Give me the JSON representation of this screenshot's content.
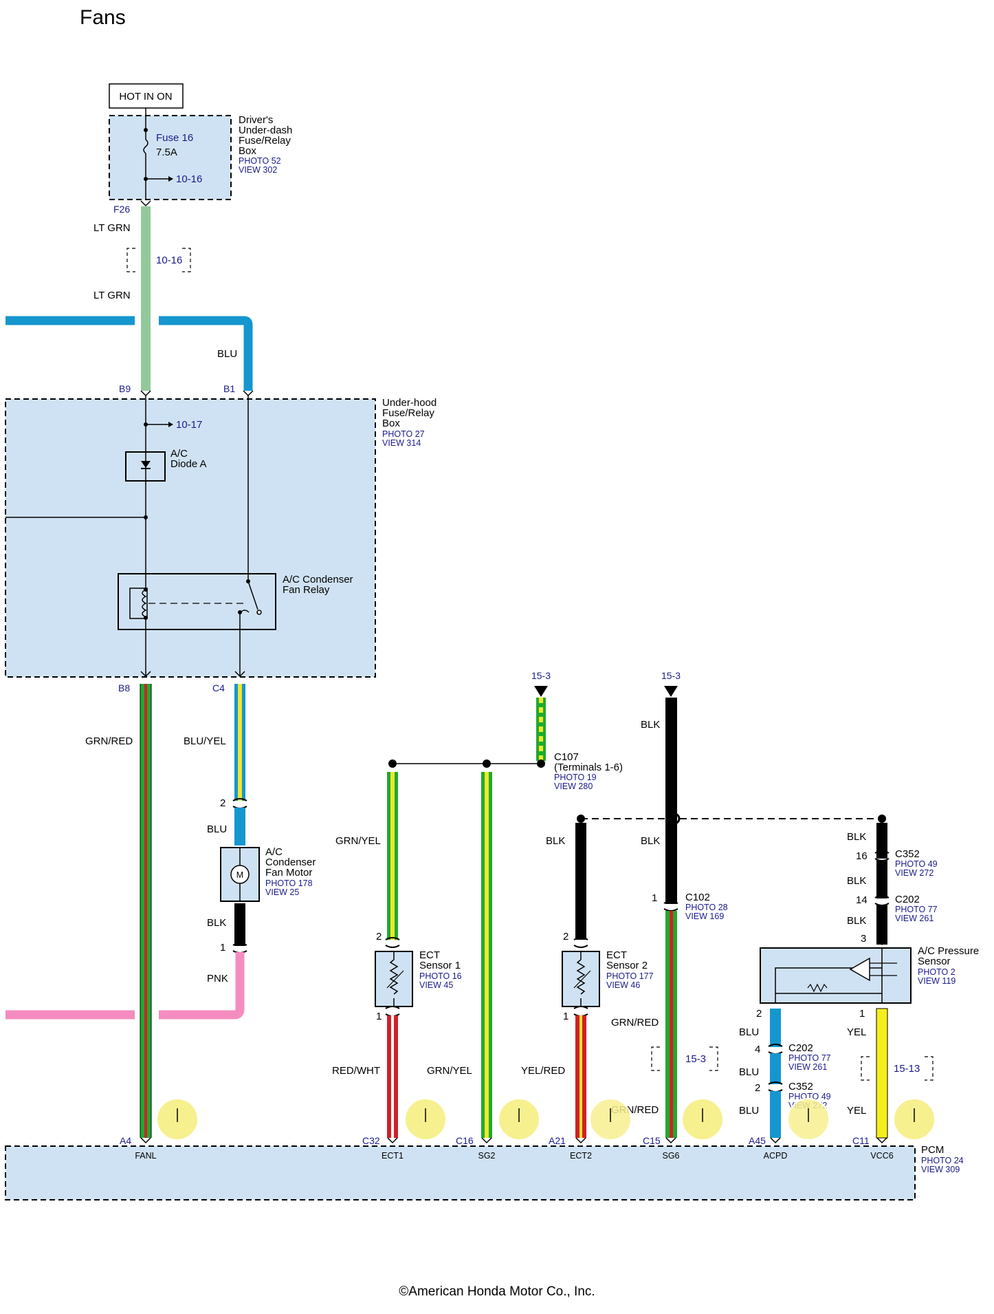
{
  "title": "Fans",
  "hot_label": "HOT IN ON",
  "fuse_box1": {
    "name1": "Driver's",
    "name2": "Under-dash",
    "name3": "Fuse/Relay",
    "name4": "Box",
    "photo": "PHOTO 52",
    "view": "VIEW 302"
  },
  "fuse": {
    "name": "Fuse 16",
    "rating": "7.5A",
    "ref": "10-16"
  },
  "fuse_box2": {
    "name1": "Under-hood",
    "name2": "Fuse/Relay",
    "name3": "Box",
    "photo": "PHOTO 27",
    "view": "VIEW 314"
  },
  "ref_1016": "10-16",
  "ref_1017": "10-17",
  "diode": {
    "l1": "A/C",
    "l2": "Diode A"
  },
  "relay": {
    "l1": "A/C Condenser",
    "l2": "Fan Relay"
  },
  "motor": {
    "l1": "A/C",
    "l2": "Condenser",
    "l3": "Fan Motor",
    "photo": "PHOTO 178",
    "view": "VIEW 25",
    "symbol": "M"
  },
  "ect1": {
    "l1": "ECT",
    "l2": "Sensor 1",
    "photo": "PHOTO 16",
    "view": "VIEW 45"
  },
  "ect2": {
    "l1": "ECT",
    "l2": "Sensor 2",
    "photo": "PHOTO 177",
    "view": "VIEW 46"
  },
  "acp": {
    "l1": "A/C Pressure",
    "l2": "Sensor",
    "photo": "PHOTO 2",
    "view": "VIEW 119"
  },
  "pcm": {
    "name": "PCM",
    "photo": "PHOTO 24",
    "view": "VIEW 309"
  },
  "c107": {
    "l1": "C107",
    "l2": "(Terminals 1-6)",
    "photo": "PHOTO 19",
    "view": "VIEW 280"
  },
  "c102": {
    "name": "C102",
    "photo": "PHOTO 28",
    "view": "VIEW 169"
  },
  "c352a": {
    "name": "C352",
    "photo": "PHOTO 49",
    "view": "VIEW 272"
  },
  "c202a": {
    "name": "C202",
    "photo": "PHOTO 77",
    "view": "VIEW 261"
  },
  "c202b": {
    "name": "C202",
    "photo": "PHOTO 77",
    "view": "VIEW 261"
  },
  "c352b": {
    "name": "C352",
    "photo": "PHOTO 49",
    "view": "VIEW 272"
  },
  "ground_ref_1": "15-3",
  "ground_ref_2": "15-3",
  "ref_153": "15-3",
  "ref_1513": "15-13",
  "wires": {
    "ltgrn1": "LT GRN",
    "ltgrn2": "LT GRN",
    "blu": "BLU",
    "grnred": "GRN/RED",
    "bluyel": "BLU/YEL",
    "blu2": "BLU",
    "blk_motor": "BLK",
    "pnk": "PNK",
    "grnyel1": "GRN/YEL",
    "redwht": "RED/WHT",
    "grnyel2": "GRN/YEL",
    "blk_ect2": "BLK",
    "yelred": "YEL/RED",
    "blk_top": "BLK",
    "blk_mid": "BLK",
    "grnred2": "GRN/RED",
    "grnred3": "GRN/RED",
    "blk_r1": "BLK",
    "blk_r2": "BLK",
    "blk_r3": "BLK",
    "blu_r1": "BLU",
    "blu_r2": "BLU",
    "blu_r3": "BLU",
    "yel1": "YEL",
    "yel2": "YEL"
  },
  "pins": {
    "f26": "F26",
    "b9": "B9",
    "b1": "B1",
    "b8": "B8",
    "c4": "C4",
    "a4": "A4",
    "c32": "C32",
    "c16": "C16",
    "a21": "A21",
    "c15": "C15",
    "a45": "A45",
    "c11": "C11"
  },
  "terms": {
    "m2": "2",
    "m1": "1",
    "e1_2": "2",
    "e1_1": "1",
    "e2_2": "2",
    "e2_1": "1",
    "c102": "1",
    "c352a": "16",
    "c202a": "14",
    "acp3": "3",
    "acp2": "2",
    "acp1": "1",
    "c202b": "4",
    "c352b": "2"
  },
  "pcm_terms": [
    "FANL",
    "ECT1",
    "SG2",
    "ECT2",
    "SG6",
    "ACPD",
    "VCC6"
  ],
  "copyright": "©American Honda Motor Co., Inc."
}
